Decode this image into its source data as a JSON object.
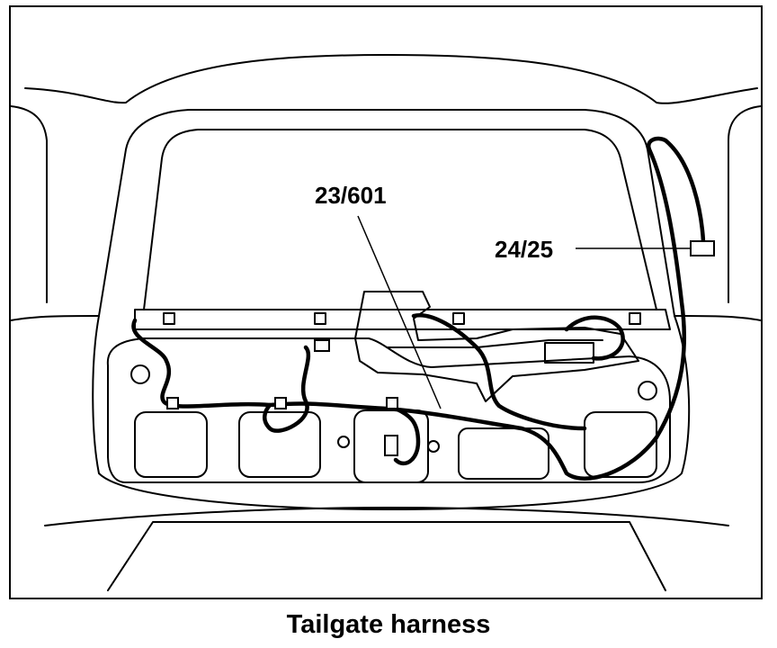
{
  "diagram": {
    "caption": "Tailgate harness",
    "callouts": [
      {
        "id": "connector-23-601",
        "label": "23/601"
      },
      {
        "id": "connector-24-25",
        "label": "24/25"
      }
    ],
    "colors": {
      "ink": "#000000",
      "background": "#ffffff"
    }
  }
}
